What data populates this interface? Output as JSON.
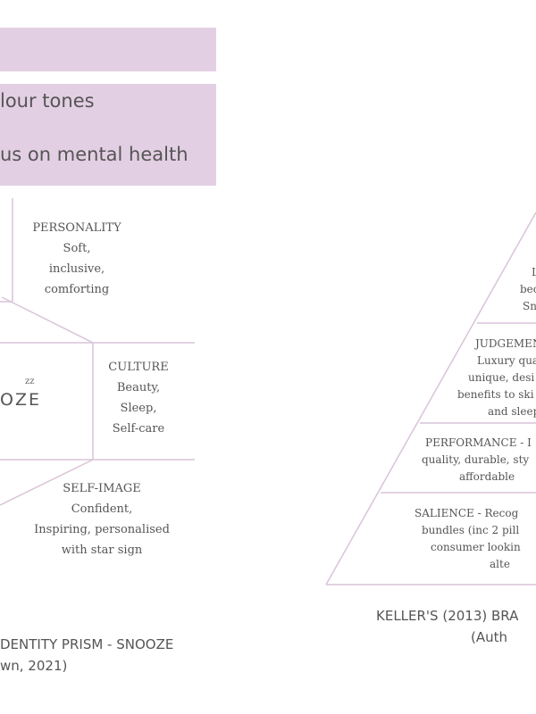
{
  "banner": {
    "line1": "lour tones",
    "line2": "us on mental health"
  },
  "prism": {
    "personality": {
      "title": "PERSONALITY",
      "lines": [
        "Soft,",
        "inclusive,",
        "comforting"
      ]
    },
    "culture": {
      "title": "CULTURE",
      "lines": [
        "Beauty,",
        "Sleep,",
        "Self-care"
      ]
    },
    "self_image": {
      "title": "SELF-IMAGE",
      "lines": [
        "Confident,",
        "Inspiring, personalised",
        "with star sign"
      ]
    },
    "logo": {
      "text": "OZE",
      "superscript": "zz"
    },
    "caption_line1": "DENTITY PRISM - SNOOZE",
    "caption_line2": "wn, 2021)"
  },
  "pyramid": {
    "top_fragment": [
      "L",
      "bec",
      "Sn"
    ],
    "judgement": [
      "JUDGEMEN",
      "Luxury qua",
      "unique, desi",
      "benefits to ski",
      "and sleep"
    ],
    "performance": [
      "PERFORMANCE - I",
      "quality, durable, sty",
      "affordable"
    ],
    "salience": [
      "SALIENCE - Recog",
      "bundles (inc 2 pill",
      "consumer lookin",
      "alte"
    ],
    "caption_line1": "KELLER'S (2013) BRA",
    "caption_line2": "(Auth"
  },
  "colors": {
    "band": "#e3cfe3",
    "line": "#d9c3d9",
    "text": "#555555"
  }
}
